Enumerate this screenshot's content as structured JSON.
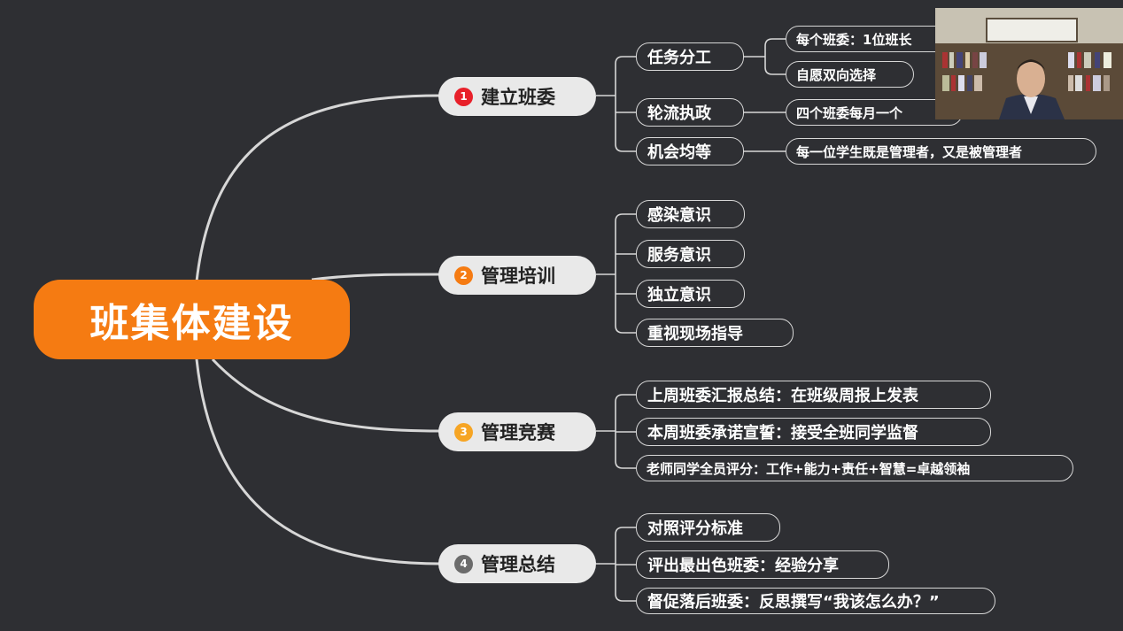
{
  "root": {
    "label": "班集体建设"
  },
  "colors": {
    "root": "#f57b12",
    "line": "#d7d7d7",
    "bg": "#2e2f33"
  },
  "branches": [
    {
      "num": "1",
      "label": "建立班委",
      "badge_color": "#e8202a",
      "children": [
        {
          "label": "任务分工",
          "children": [
            "每个班委：1位班长",
            "自愿双向选择"
          ]
        },
        {
          "label": "轮流执政",
          "children": [
            "四个班委每月一个"
          ]
        },
        {
          "label": "机会均等",
          "children": [
            "每一位学生既是管理者，又是被管理者"
          ]
        }
      ]
    },
    {
      "num": "2",
      "label": "管理培训",
      "badge_color": "#f57b12",
      "children": [
        {
          "label": "感染意识"
        },
        {
          "label": "服务意识"
        },
        {
          "label": "独立意识"
        },
        {
          "label": "重视现场指导"
        }
      ]
    },
    {
      "num": "3",
      "label": "管理竞赛",
      "badge_color": "#f6a524",
      "children": [
        {
          "label": "上周班委汇报总结：在班级周报上发表"
        },
        {
          "label": "本周班委承诺宣誓：接受全班同学监督"
        },
        {
          "label": "老师同学全员评分：工作+能力+责任+智慧=卓越领袖"
        }
      ]
    },
    {
      "num": "4",
      "label": "管理总结",
      "badge_color": "#6b6b6b",
      "children": [
        {
          "label": "对照评分标准"
        },
        {
          "label": "评出最出色班委：经验分享"
        },
        {
          "label": "督促落后班委：反思撰写“我该怎么办？”"
        }
      ]
    }
  ]
}
